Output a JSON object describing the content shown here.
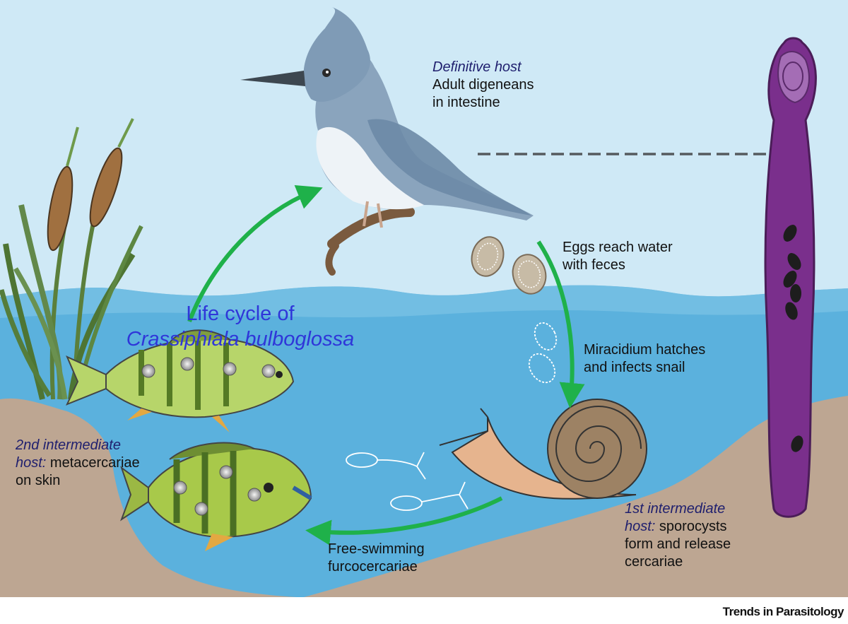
{
  "diagram": {
    "title_line1": "Life cycle of",
    "title_line2": "Crassiphiala bulboglossa",
    "definitive_host": {
      "heading": "Definitive host",
      "line1": "Adult digeneans",
      "line2": "in intestine"
    },
    "eggs": {
      "line1": "Eggs reach water",
      "line2": "with feces"
    },
    "miracidium": {
      "line1": "Miracidium hatches",
      "line2": "and infects snail"
    },
    "first_host": {
      "heading": "1st intermediate",
      "heading2": "host:",
      "line1": "sporocysts",
      "line2": "form and release",
      "line3": "cercariae"
    },
    "cercariae": {
      "line1": "Free-swimming",
      "line2": "furcocercariae"
    },
    "second_host": {
      "heading": "2nd intermediate",
      "heading2": "host:",
      "line1": "metacercariae",
      "line2": "on skin"
    },
    "colors": {
      "sky": "#cfe9f6",
      "water": "#5bb1dd",
      "sediment": "#bda692",
      "arrow": "#1fb14a",
      "title": "#2f36d9",
      "host_label": "#1f1f6e",
      "worm": "#7a2f8c"
    }
  },
  "footer": {
    "journal": "Trends in Parasitology"
  }
}
